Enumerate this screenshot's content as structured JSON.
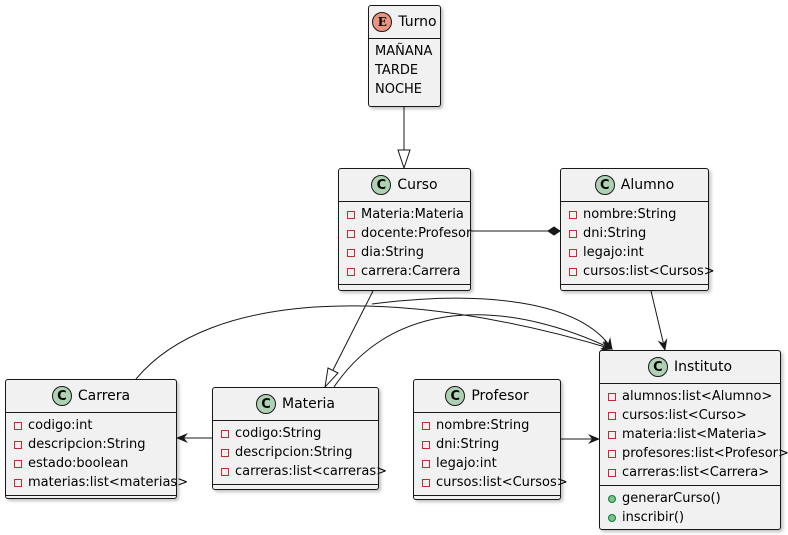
{
  "diagram": {
    "classes": {
      "turno": {
        "name": "Turno",
        "stereotype": "E",
        "values": [
          "MAÑANA",
          "TARDE",
          "NOCHE"
        ]
      },
      "curso": {
        "name": "Curso",
        "stereotype": "C",
        "attributes": [
          "Materia:Materia",
          "docente:Profesor",
          "dia:String",
          "carrera:Carrera"
        ]
      },
      "alumno": {
        "name": "Alumno",
        "stereotype": "C",
        "attributes": [
          "nombre:String",
          "dni:String",
          "legajo:int",
          "cursos:list<Cursos>"
        ]
      },
      "carrera": {
        "name": "Carrera",
        "stereotype": "C",
        "attributes": [
          "codigo:int",
          "descripcion:String",
          "estado:boolean",
          "materias:list<materias>"
        ]
      },
      "materia": {
        "name": "Materia",
        "stereotype": "C",
        "attributes": [
          "codigo:String",
          "descripcion:String",
          "carreras:list<carreras>"
        ]
      },
      "profesor": {
        "name": "Profesor",
        "stereotype": "C",
        "attributes": [
          "nombre:String",
          "dni:String",
          "legajo:int",
          "cursos:list<Cursos>"
        ]
      },
      "instituto": {
        "name": "Instituto",
        "stereotype": "C",
        "attributes": [
          "alumnos:list<Alumno>",
          "cursos:list<Curso>",
          "materia:list<Materia>",
          "profesores:list<Profesor>",
          "carreras:list<Carrera>"
        ],
        "methods": [
          "generarCurso()",
          "inscribir()"
        ]
      }
    },
    "relations": [
      {
        "from": "Turno",
        "to": "Curso",
        "kind": "generalization"
      },
      {
        "from": "Curso",
        "to": "Alumno",
        "kind": "composition"
      },
      {
        "from": "Curso",
        "to": "Materia",
        "kind": "generalization"
      },
      {
        "from": "Curso",
        "to": "Instituto",
        "kind": "association"
      },
      {
        "from": "Alumno",
        "to": "Instituto",
        "kind": "association"
      },
      {
        "from": "Carrera",
        "to": "Instituto",
        "kind": "association"
      },
      {
        "from": "Materia",
        "to": "Instituto",
        "kind": "association"
      },
      {
        "from": "Materia",
        "to": "Carrera",
        "kind": "association"
      },
      {
        "from": "Profesor",
        "to": "Instituto",
        "kind": "association"
      }
    ],
    "colors": {
      "class_fill": "#f1f1f1",
      "border": "#181818",
      "class_spot": "#add1b2",
      "enum_spot": "#eb937f",
      "private_marker": "#c82930",
      "public_marker": "#84be84"
    }
  }
}
